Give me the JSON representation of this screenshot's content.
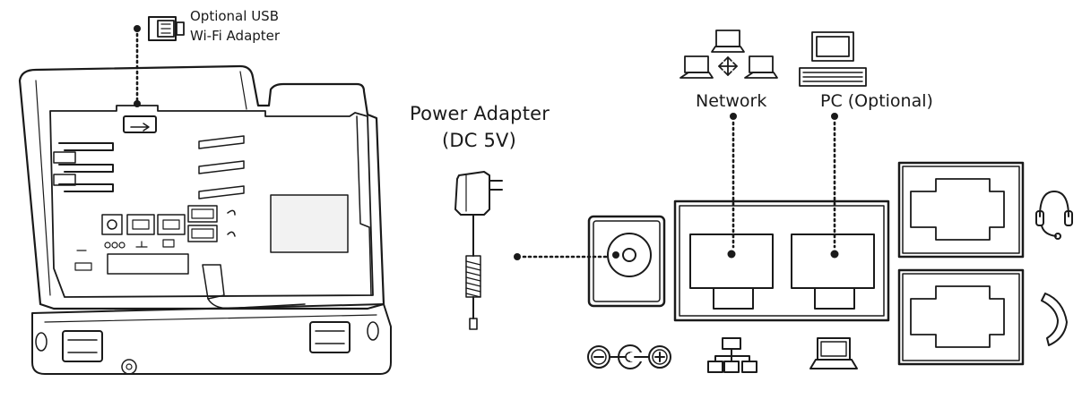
{
  "labels": {
    "usb_line1": "Optional USB",
    "usb_line2": "Wi-Fi Adapter",
    "power_line1": "Power Adapter",
    "power_line2": "(DC 5V)",
    "network": "Network",
    "pc": "PC (Optional)"
  },
  "colors": {
    "line": "#1a1a1a",
    "background": "#ffffff",
    "fill_grey": "#e6e6e6"
  }
}
